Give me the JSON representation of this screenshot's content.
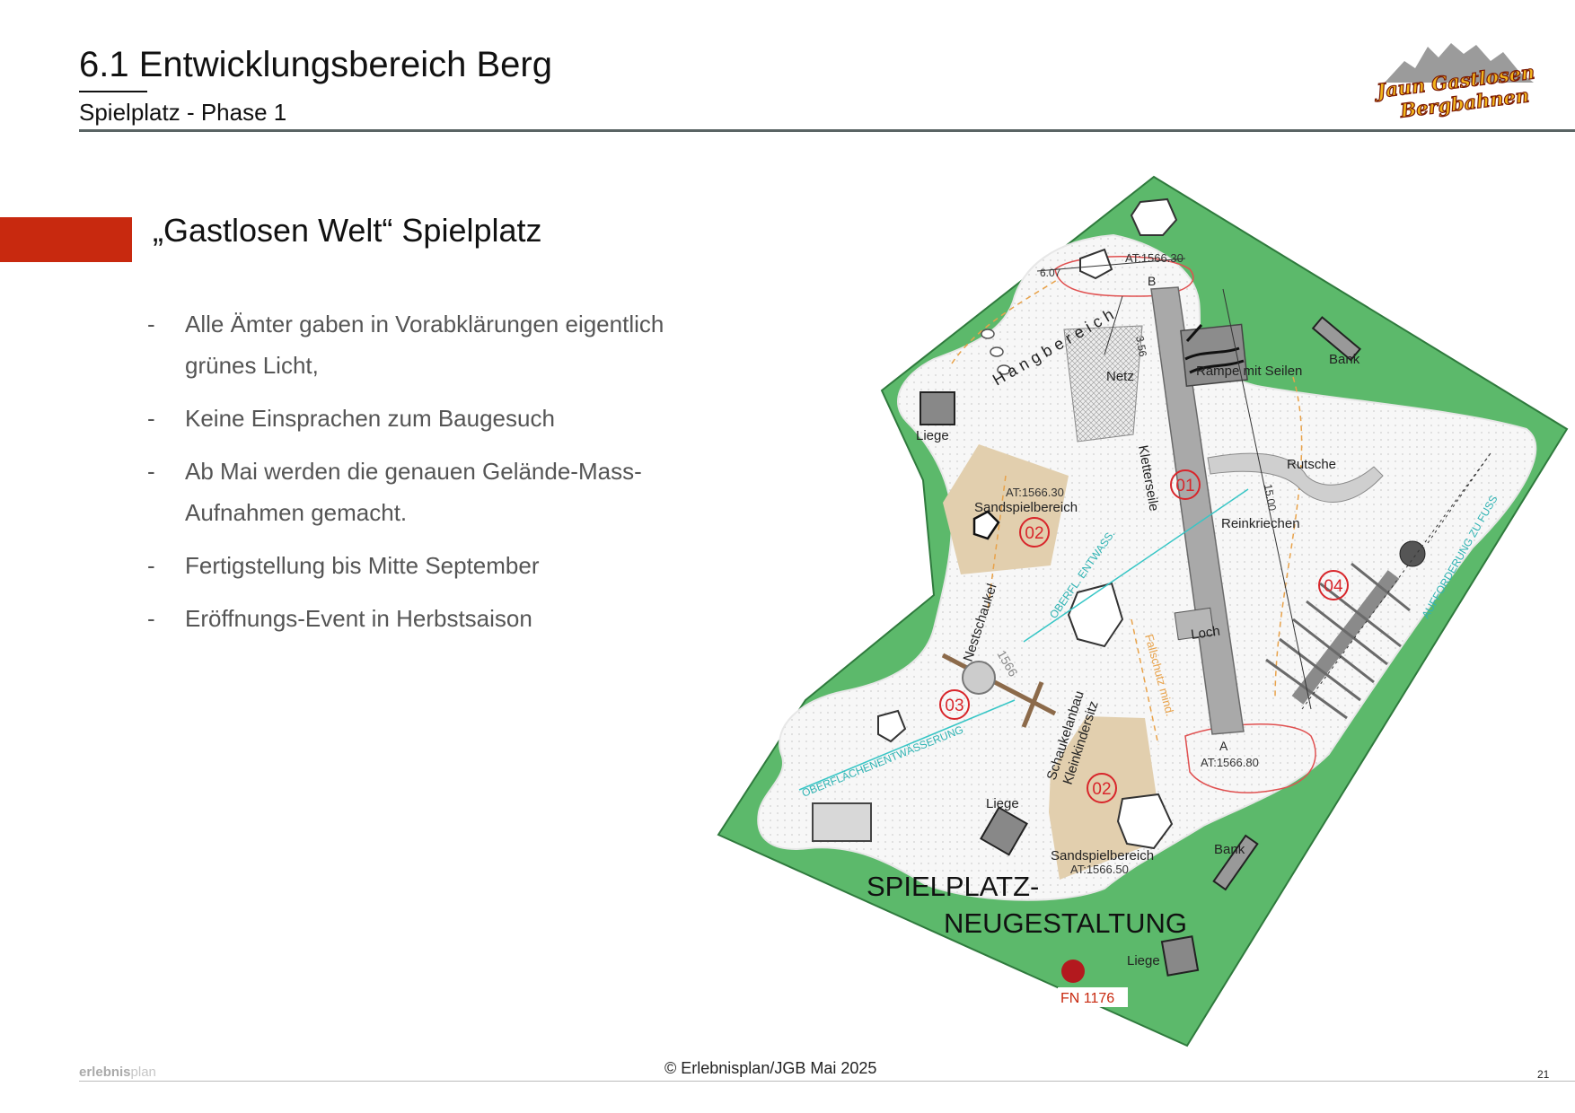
{
  "header": {
    "title": "6.1 Entwicklungsbereich Berg",
    "subtitle": "Spielplatz - Phase 1"
  },
  "logo": {
    "line1": "Jaun Gastlosen",
    "line2": "Bergbahnen"
  },
  "section": {
    "heading": "„Gastlosen Welt“ Spielplatz"
  },
  "bullets": [
    {
      "dash": "-",
      "text": "Alle Ämter gaben in Vorabklärungen eigentlich grünes Licht,"
    },
    {
      "dash": "-",
      "text": "Keine Einsprachen zum Baugesuch"
    },
    {
      "dash": "-",
      "text": "Ab Mai werden die genauen Gelände-Mass-Aufnahmen gemacht."
    },
    {
      "dash": "-",
      "text": "Fertigstellung bis Mitte September"
    },
    {
      "dash": "-",
      "text": "Eröffnungs-Event in Herbstsaison"
    }
  ],
  "plan": {
    "title_line1": "SPIELPLATZ-",
    "title_line2": "NEUGESTALTUNG",
    "labels": {
      "hangbereich": "Hangbereich",
      "at_top": "AT:1566.30",
      "dim_607": "6.07",
      "point_b": "B",
      "dim_356": "3.56",
      "netz": "Netz",
      "rampe": "Rampe mit Seilen",
      "bank_top": "Bank",
      "liege_left": "Liege",
      "kletterseile": "Kletterseile",
      "rutsche": "Rutsche",
      "dim_1500": "15.00",
      "num_01": "01",
      "reinkriechen": "Reinkriechen",
      "at_sand1": "AT:1566.30",
      "sand1": "Sandspielbereich",
      "num_02a": "02",
      "oberfl_entwass": "OBERFL. ENTWASS.",
      "aufforderung": "AUFFORDERUNG ZU FUSS",
      "num_04": "04",
      "nestschaukel": "Nestschaukel",
      "loch": "Loch",
      "num_1566": "1566",
      "fallschutz": "Fallschutz mind.",
      "num_03": "03",
      "schaukelanbau_1": "Schaukelanbau",
      "schaukelanbau_2": "Kleinkindersitz",
      "point_a": "A",
      "at_a": "AT:1566.80",
      "oberflaechen": "OBERFLÄCHENENTWÄSSERUNG",
      "liege_mid": "Liege",
      "num_02b": "02",
      "sand2": "Sandspielbereich",
      "at_sand2": "AT:1566.50",
      "bank_low": "Bank",
      "liege_low": "Liege",
      "fn": "FN 1176"
    }
  },
  "footer": {
    "caption": "© Erlebnisplan/JGB Mai 2025",
    "brand_bold": "erlebnis",
    "brand_thin": "plan",
    "page": "21"
  },
  "colors": {
    "accent": "#c8290f",
    "lawn": "#5cb96b",
    "sand": "#e2cfae",
    "marker_red": "#d8262b"
  }
}
